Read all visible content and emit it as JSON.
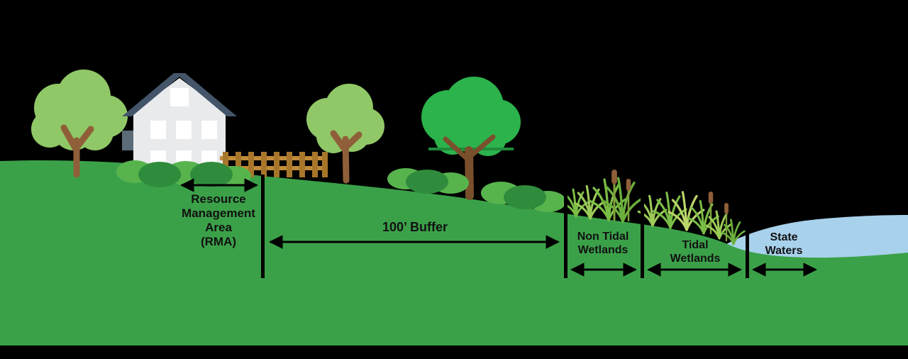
{
  "labels": {
    "rma": "Resource\nManagement\nArea\n(RMA)",
    "buffer": "100’ Buffer",
    "non_tidal": "Non Tidal\nWetlands",
    "tidal": "Tidal\nWetlands",
    "state_waters": "State\nWaters"
  },
  "colors": {
    "background": "#000000",
    "grass": "#3BA149",
    "water": "#A8D2EC",
    "foliage_light": "#90C867",
    "foliage_dark": "#2CB34C",
    "trunk": "#8F5F39",
    "bush_light": "#57B44D",
    "bush_dark": "#2F8C3C",
    "fence": "#C08C3A",
    "fence_dark": "#A8762B",
    "house_body": "#E8EAEC",
    "house_roof": "#44556A",
    "window": "#FFFFFF",
    "boundary_line": "#000000",
    "text": "#111111"
  }
}
